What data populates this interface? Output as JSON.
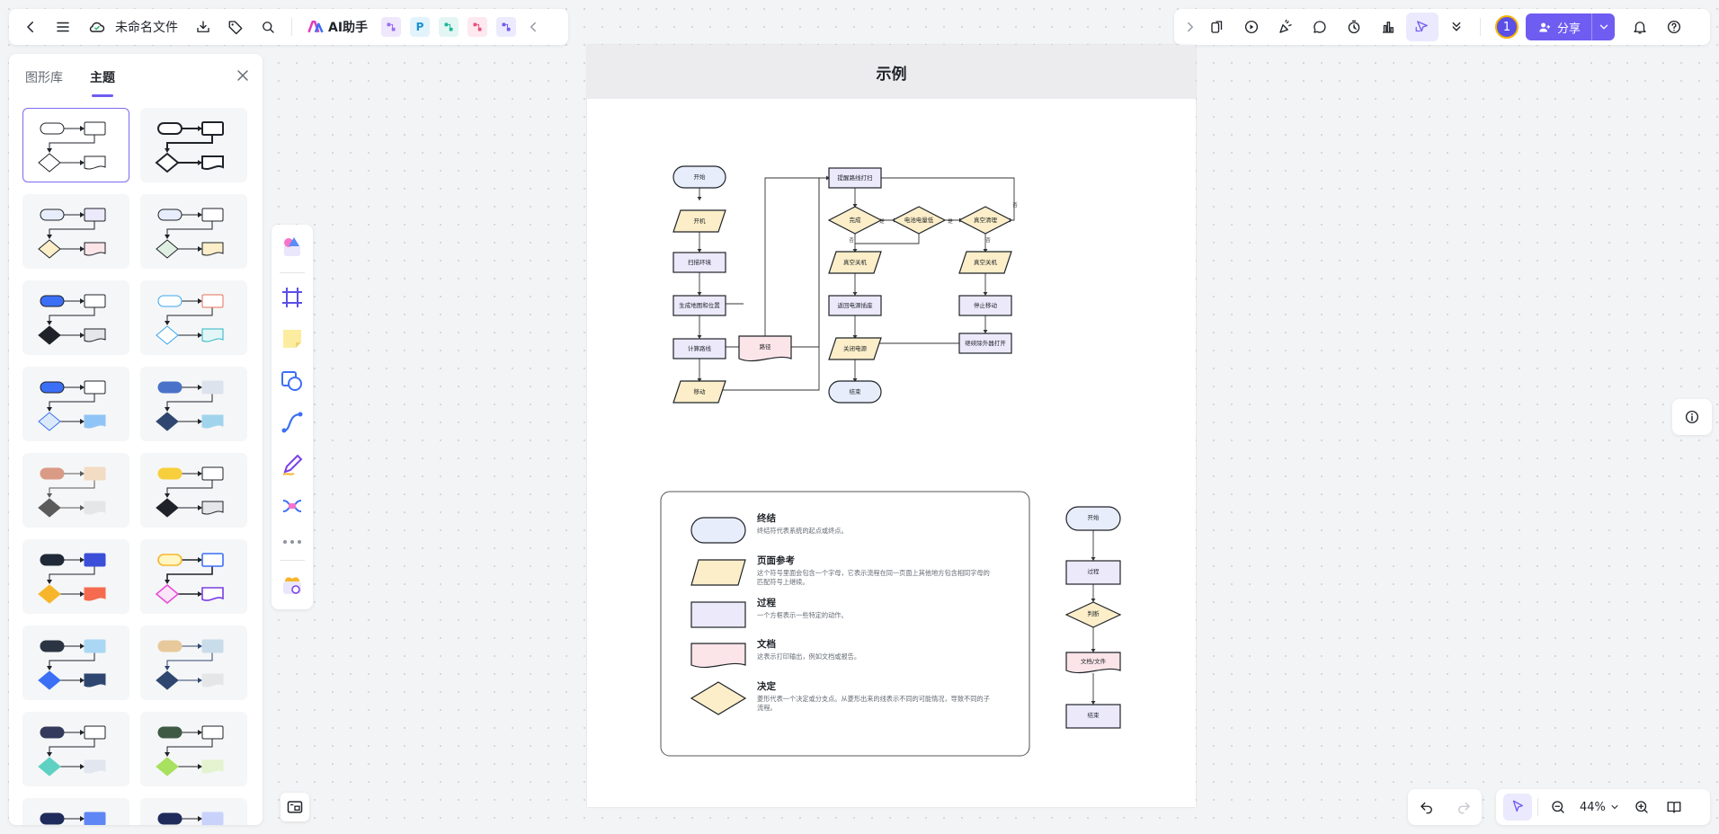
{
  "topbar": {
    "file_name": "未命名文件",
    "ai_label": "AI助手",
    "apps": [
      {
        "icon": "ai-image-icon",
        "color": "#efe7fb",
        "fg": "#9b6cf0"
      },
      {
        "icon": "p-app-icon",
        "color": "#e2f3fb",
        "fg": "#1890d5",
        "label": "P"
      },
      {
        "icon": "mindmap-app-icon",
        "color": "#e3f6f3",
        "fg": "#1cb59b"
      },
      {
        "icon": "flow-app-icon",
        "color": "#fde9ef",
        "fg": "#e8507d"
      },
      {
        "icon": "chat-app-icon",
        "color": "#ecebfd",
        "fg": "#6f5cf1"
      }
    ]
  },
  "topright": {
    "avatar_label": "1",
    "share_label": "分享"
  },
  "panel": {
    "tabs": [
      "图形库",
      "主题"
    ],
    "active_tab": 1
  },
  "themes": [
    {
      "start": "#ffffff",
      "proc": "#ffffff",
      "dec": "#ffffff",
      "doc": "#ffffff",
      "stroke": "#1f2329",
      "line": "#1f2329",
      "sw": 1
    },
    {
      "start": "#ffffff",
      "proc": "#ffffff",
      "dec": "#ffffff",
      "doc": "#ffffff",
      "stroke": "#1f2329",
      "line": "#1f2329",
      "sw": 2
    },
    {
      "start": "#e8edfb",
      "proc": "#ece9fb",
      "dec": "#fbeec8",
      "doc": "#fbe5e8",
      "stroke": "#1f2329",
      "line": "#1f2329",
      "sw": 1
    },
    {
      "start": "#e8edfb",
      "proc": "#ffffff",
      "dec": "#dff0e3",
      "doc": "#fbeec8",
      "stroke": "#1f2329",
      "line": "#1f2329",
      "sw": 1
    },
    {
      "start": "#3b6ff5",
      "proc": "#ffffff",
      "dec": "#1f2329",
      "doc": "#e5e6e8",
      "stroke": "#1f2329",
      "line": "#1f2329",
      "sw": 1
    },
    {
      "start": "#ffffff",
      "proc": "#ffffff",
      "dec": "#ffffff",
      "doc": "#e3f6f7",
      "stroke": "#3aa6f0",
      "line": "#1f2329",
      "sw": 1,
      "procStroke": "#e8715b",
      "docStroke": "#2bb7c2"
    },
    {
      "start": "#3b6ff5",
      "proc": "#ffffff",
      "dec": "#dbeafb",
      "doc": "#8fc4f6",
      "stroke": "#1f2329",
      "line": "#1f2329",
      "sw": 1,
      "decStroke": "#3b6ff5",
      "docStroke": "#8fc4f6"
    },
    {
      "start": "#4a72c8",
      "proc": "#dde3ec",
      "dec": "#2f4770",
      "doc": "#9fd4ec",
      "stroke": "#4a72c8",
      "line": "#1f2329",
      "sw": 1,
      "procStroke": "#dde3ec",
      "decStroke": "#2f4770",
      "docStroke": "#9fd4ec"
    },
    {
      "start": "#d99a86",
      "proc": "#f2dcc4",
      "dec": "#5b5b5b",
      "doc": "#e5e6e8",
      "stroke": "#d99a86",
      "line": "#5b5b5b",
      "sw": 1,
      "procStroke": "#f2dcc4",
      "decStroke": "#5b5b5b",
      "docStroke": "#e5e6e8"
    },
    {
      "start": "#f7cf3c",
      "proc": "#ffffff",
      "dec": "#1f2329",
      "doc": "#e5e6e8",
      "stroke": "#1f2329",
      "line": "#1f2329",
      "sw": 1,
      "startStroke": "#f7cf3c"
    },
    {
      "start": "#1f2937",
      "proc": "#3b4fd8",
      "dec": "#f7b52c",
      "doc": "#f56b4f",
      "stroke": "#1f2937",
      "line": "#1f2329",
      "sw": 1,
      "procStroke": "#3b4fd8",
      "decStroke": "#f7b52c",
      "docStroke": "#f56b4f"
    },
    {
      "start": "#fff6c2",
      "proc": "#ffffff",
      "dec": "#fbe5fb",
      "doc": "#ffffff",
      "stroke": "#f7b52c",
      "line": "#1f2329",
      "sw": 1.6,
      "procStroke": "#3b6ff5",
      "decStroke": "#e44fd6",
      "docStroke": "#7a3fe4"
    },
    {
      "start": "#2b3442",
      "proc": "#aad7f3",
      "dec": "#3b6ff5",
      "doc": "#2f4770",
      "stroke": "#2b3442",
      "line": "#1f2329",
      "sw": 1,
      "procStroke": "#aad7f3",
      "decStroke": "#3b6ff5",
      "docStroke": "#2f4770"
    },
    {
      "start": "#e7c99b",
      "proc": "#c9dce9",
      "dec": "#2f4770",
      "doc": "#e5e6e8",
      "stroke": "#e7c99b",
      "line": "#2f4770",
      "sw": 1,
      "procStroke": "#c9dce9",
      "decStroke": "#2f4770",
      "docStroke": "#e5e6e8"
    },
    {
      "start": "#343a5b",
      "proc": "#ffffff",
      "dec": "#5fd1c3",
      "doc": "#e1e6ef",
      "stroke": "#1f2329",
      "line": "#1f2329",
      "sw": 1,
      "startStroke": "#343a5b",
      "decStroke": "#5fd1c3",
      "docStroke": "#e1e6ef"
    },
    {
      "start": "#3f5a44",
      "proc": "#ffffff",
      "dec": "#a8e05f",
      "doc": "#e3f3cf",
      "stroke": "#1f2329",
      "line": "#1f2329",
      "sw": 1,
      "startStroke": "#3f5a44",
      "decStroke": "#a8e05f",
      "docStroke": "#e3f3cf"
    },
    {
      "start": "#1f2b5b",
      "proc": "#5f86f5",
      "dec": "#5f86f5",
      "doc": "#5f86f5",
      "stroke": "#1f2b5b",
      "line": "#1f2329",
      "sw": 1,
      "procStroke": "#5f86f5"
    },
    {
      "start": "#1f2b5b",
      "proc": "#c9d2fb",
      "dec": "#c9d2fb",
      "doc": "#c9d2fb",
      "stroke": "#1f2b5b",
      "line": "#1f2329",
      "sw": 1,
      "procStroke": "#c9d2fb"
    }
  ],
  "page": {
    "title": "示例"
  },
  "flow": {
    "nodes": {
      "n_start": "开始",
      "n_boot": "开机",
      "n_scan": "扫描环境",
      "n_gen": "生成地图和位置",
      "n_plan": "计算路线",
      "n_path": "路径",
      "n_move": "移动",
      "n_remind": "提醒路线打扫",
      "n_done": "完成",
      "n_battery": "电池电量低",
      "n_spacedone": "真空清理",
      "n_vacoff1": "真空关机",
      "n_return": "返回电源插座",
      "n_poweroff": "关闭电源",
      "n_end": "结束",
      "n_vacoff2": "真空关机",
      "n_stop": "停止移动",
      "n_sensor": "继续除外器打开"
    },
    "edge_labels": {
      "yes1": "是",
      "yes2": "是",
      "no1": "否",
      "no2": "否",
      "no3": "否"
    }
  },
  "legend": {
    "items": [
      {
        "title": "终结",
        "desc": "终结符代表系统的起点或终点。"
      },
      {
        "title": "页面参考",
        "desc": "这个符号里面会包含一个字母，它表示流程在同一页面上其他地方包含相同字母的匹配符号上继续。"
      },
      {
        "title": "过程",
        "desc": "一个方框表示一些特定的动作。"
      },
      {
        "title": "文档",
        "desc": "这表示打印输出，例如文档或报告。"
      },
      {
        "title": "决定",
        "desc": "菱形代表一个决定或分支点。从菱形出来的线表示不同的可能情况，导致不同的子流程。"
      }
    ]
  },
  "mini_flow": {
    "start": "开始",
    "process": "过程",
    "decision": "判断",
    "document": "文档/文件",
    "end": "结束"
  },
  "zoom": {
    "value": "44%"
  },
  "colors": {
    "accent": "#6f5cf1",
    "terminal_fill": "#e8edfb",
    "process_fill": "#ece9fb",
    "page_ref_fill": "#fbeec8",
    "document_fill": "#fbe5e8",
    "decision_fill": "#fbeec8"
  }
}
